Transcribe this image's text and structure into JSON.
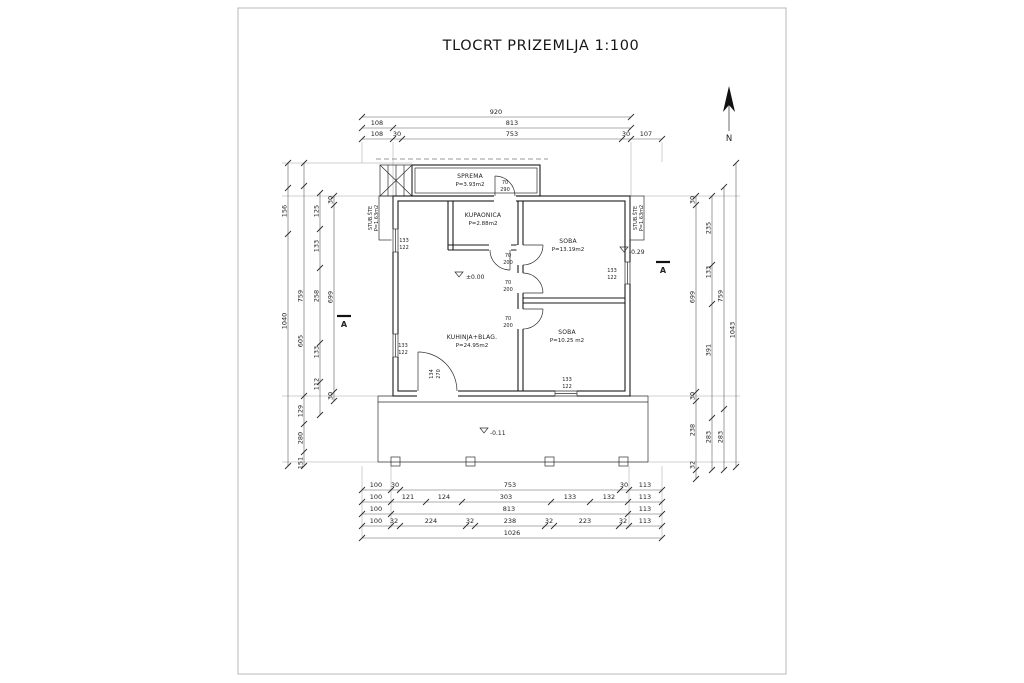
{
  "sheet": {
    "title": "TLOCRT PRIZEMLJA 1:100"
  },
  "north_label": "N",
  "rooms": {
    "sprema": {
      "name": "SPREMA",
      "area": "P=3.93m2"
    },
    "kupaonica": {
      "name": "KUPAONICA",
      "area": "P=2.88m2"
    },
    "soba1": {
      "name": "SOBA",
      "area": "P=13.19m2"
    },
    "soba2": {
      "name": "SOBA",
      "area": "P=10.25 m2"
    },
    "kuhinja": {
      "name": "KUHINJA+BLAG.",
      "area": "P=24.95m2"
    },
    "stubiste_left": {
      "name": "STUB.ŠTE",
      "area": "P=1.63m2"
    },
    "stubiste_right": {
      "name": "STUB.ŠTE",
      "area": "P=1.63m2"
    }
  },
  "levels": {
    "ground": "±0.00",
    "entry": "-0.29",
    "terrace": "-0.11"
  },
  "openings": {
    "door_top": {
      "w": "70",
      "h": "290"
    },
    "door_bath": {
      "w": "70",
      "h": "200"
    },
    "door_soba1": {
      "w": "70",
      "h": "200"
    },
    "door_soba2": {
      "w": "70",
      "h": "200"
    },
    "window_left1": {
      "w": "133",
      "h": "122"
    },
    "window_left2": {
      "w": "133",
      "h": "122"
    },
    "window_right": {
      "w": "133",
      "h": "122"
    },
    "window_bottom": {
      "w": "133",
      "h": "122"
    },
    "door_terrace": {
      "w": "134",
      "h": "270"
    }
  },
  "section": {
    "left": "A",
    "right": "A"
  },
  "dims": {
    "top": {
      "overall": "920",
      "row2": [
        "108",
        "813"
      ],
      "row3": [
        "108",
        "30",
        "753",
        "30",
        "107"
      ]
    },
    "bottom": {
      "row1": [
        "100",
        "30",
        "753",
        "30",
        "113"
      ],
      "row2": [
        "100",
        "121",
        "124",
        "303",
        "133",
        "132",
        "113"
      ],
      "row3": [
        "100",
        "813",
        "113"
      ],
      "row4": [
        "100",
        "32",
        "224",
        "32",
        "238",
        "32",
        "223",
        "32",
        "113"
      ],
      "overall": "1026"
    },
    "left": {
      "col1": [
        "156",
        "1040"
      ],
      "col2": [
        "759",
        "605",
        "129",
        "280",
        "151"
      ],
      "col3": [
        "125",
        "133",
        "258",
        "133",
        "112"
      ],
      "col4": [
        "30",
        "699",
        "30"
      ]
    },
    "right": {
      "col1": [
        "30",
        "699",
        "30",
        "238",
        "32"
      ],
      "col2": [
        "235",
        "133",
        "391",
        "283"
      ],
      "col3": [
        "759",
        "283"
      ],
      "col4": [
        "1043"
      ]
    }
  }
}
